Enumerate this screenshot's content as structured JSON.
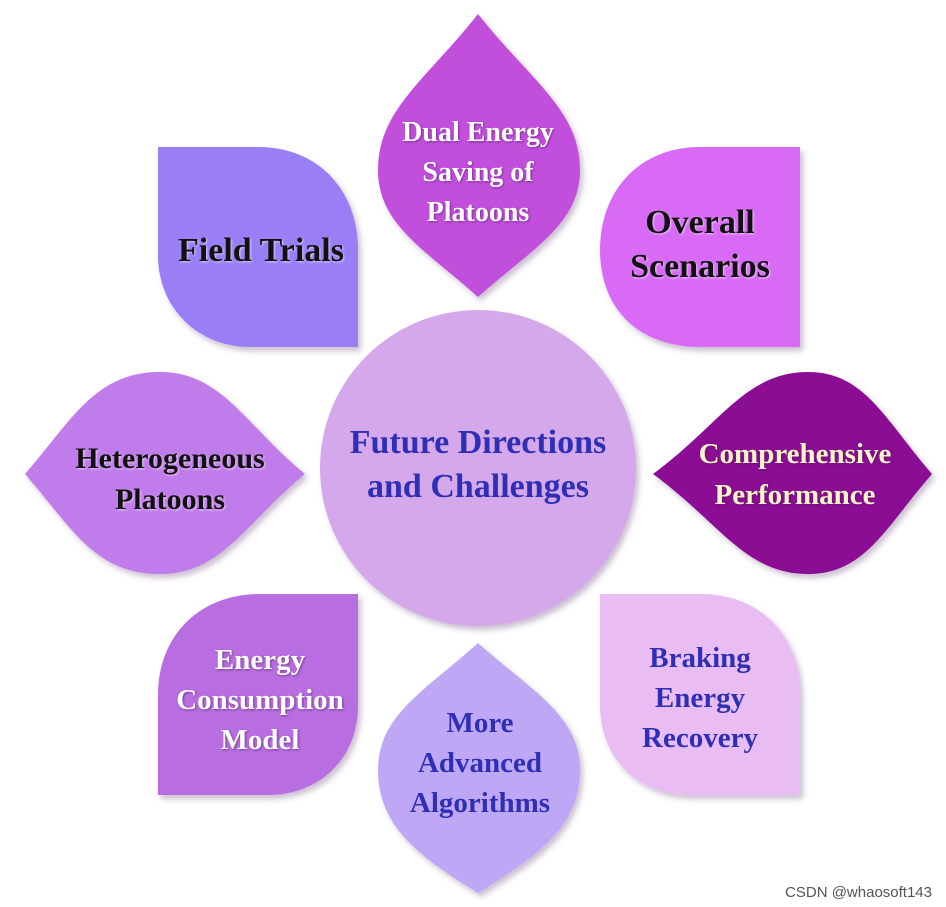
{
  "center": {
    "lines": [
      "Future Directions",
      "and Challenges"
    ]
  },
  "petals": {
    "dual_energy": {
      "lines": [
        "Dual Energy",
        "Saving of",
        "Platoons"
      ]
    },
    "overall_scenarios": {
      "lines": [
        "Overall",
        "Scenarios"
      ]
    },
    "comprehensive_performance": {
      "lines": [
        "Comprehensive",
        "Performance"
      ]
    },
    "braking_energy": {
      "lines": [
        "Braking",
        "Energy",
        "Recovery"
      ]
    },
    "advanced_algorithms": {
      "lines": [
        "More",
        "Advanced",
        "Algorithms"
      ]
    },
    "energy_consumption": {
      "lines": [
        "Energy",
        "Consumption",
        "Model"
      ]
    },
    "heterogeneous": {
      "lines": [
        "Heterogeneous",
        "Platoons"
      ]
    },
    "field_trials": {
      "lines": [
        "Field Trials"
      ]
    }
  },
  "colors": {
    "center": "#d4a8ea",
    "dual_energy": "#c24fdc",
    "overall_scenarios": "#d86af6",
    "comprehensive_performance": "#8b0a94",
    "braking_energy": "#e9bdf4",
    "advanced_algorithms": "#bea8f6",
    "energy_consumption": "#b86ee0",
    "heterogeneous": "#c17cec",
    "field_trials": "#9a7ef6"
  },
  "watermark": "CSDN @whaosoft143"
}
